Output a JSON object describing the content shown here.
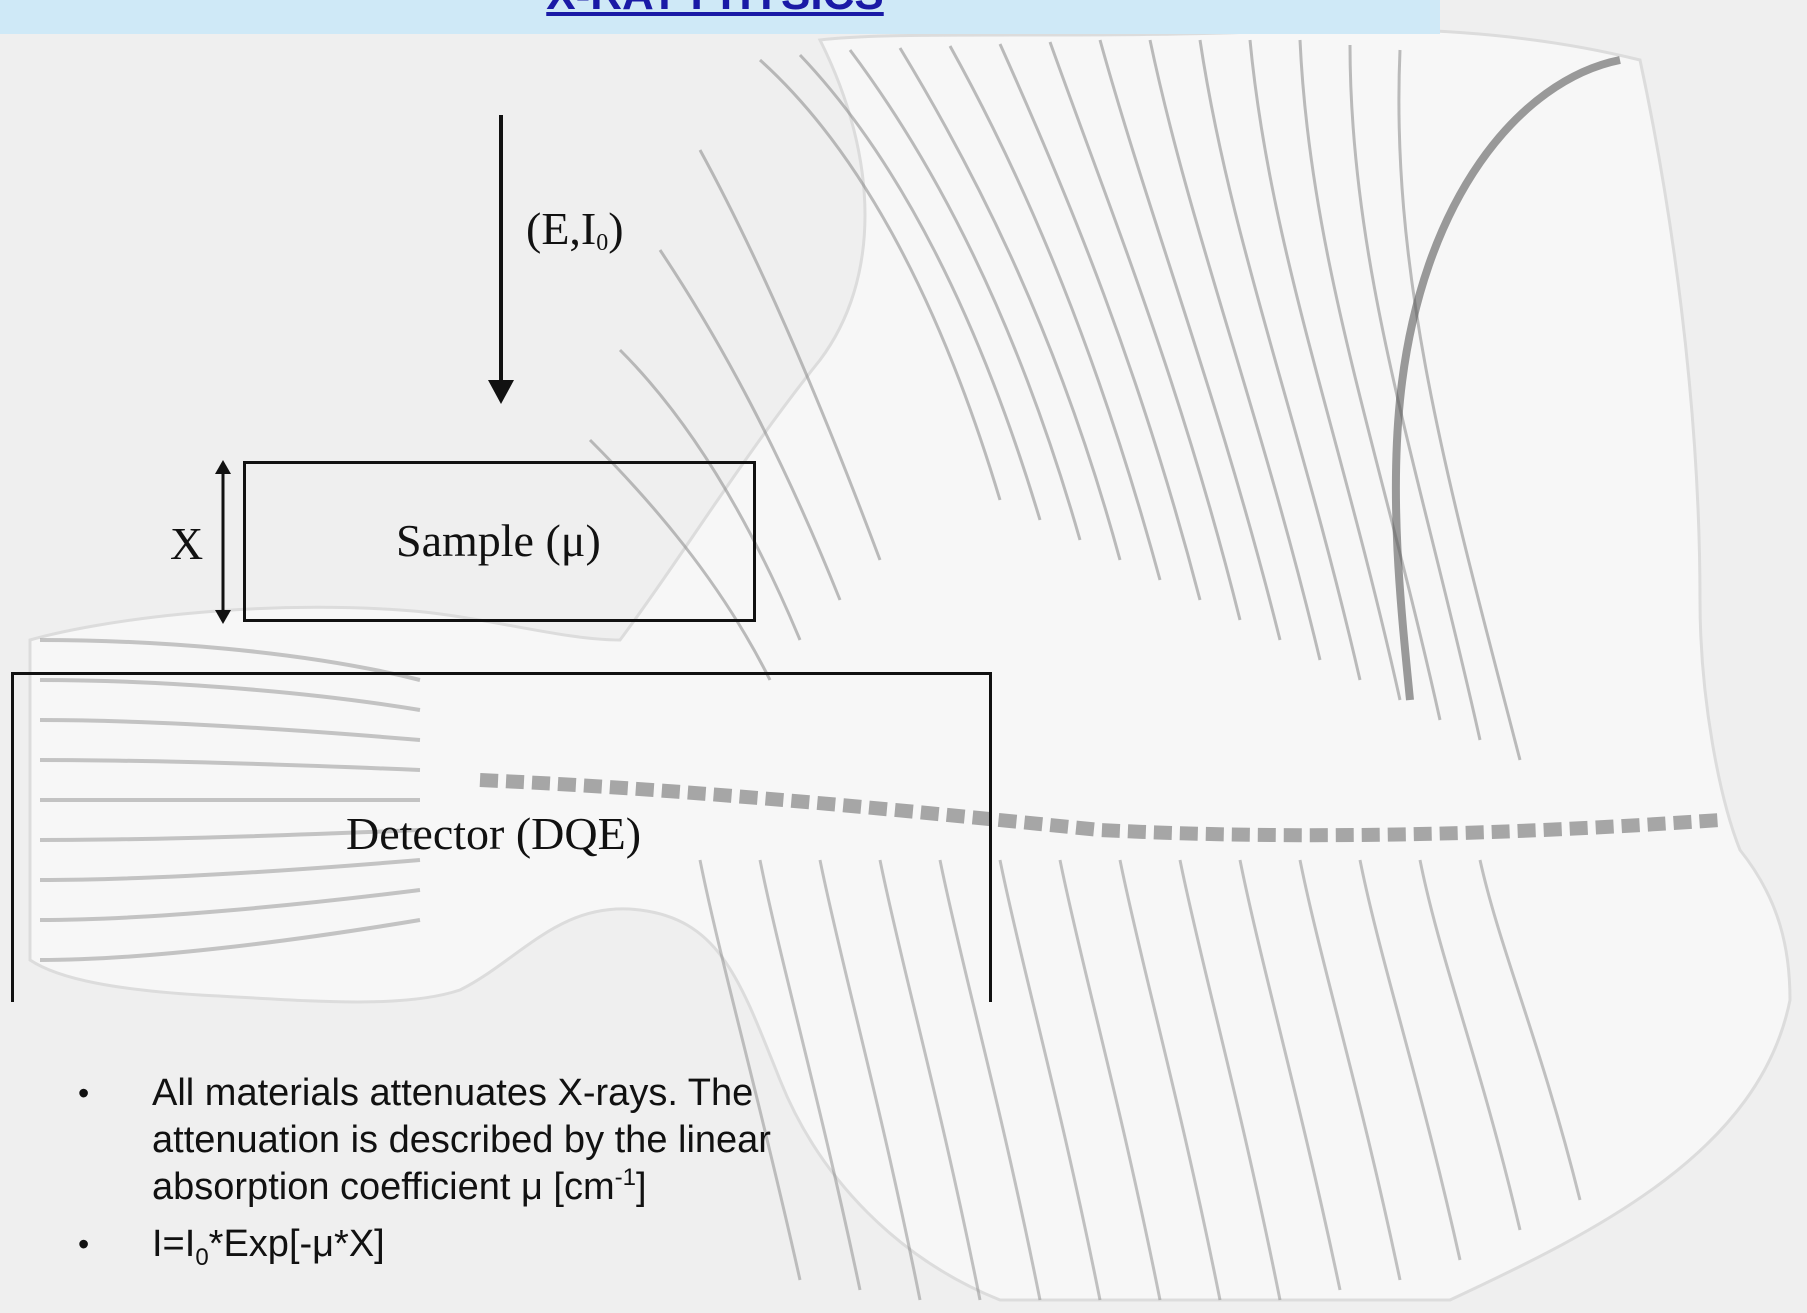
{
  "header": {
    "title": "X-RAY PHYSICS"
  },
  "background_image": {
    "description_icon": "fish-skeleton-xray-icon"
  },
  "diagram": {
    "beam_label": {
      "prefix": "(E,I",
      "subscript": "0",
      "suffix": ")"
    },
    "sample_label": "Sample (μ)",
    "thickness_label": "X",
    "detector_label": "Detector (DQE)"
  },
  "bullets": {
    "first": {
      "line1": "All materials attenuates X-rays. The",
      "line2": "attenuation is described by the linear",
      "line3_prefix": "absorption coefficient μ [cm",
      "line3_sup": "-1",
      "line3_suffix": "]"
    },
    "second": {
      "prefix": "I=I",
      "subscript": "0",
      "suffix": "*Exp[-μ*X]"
    },
    "bullet_symbol": "•"
  },
  "colors": {
    "title_banner": "#cfe9f7",
    "title_text": "#1a1aa6",
    "background": "#efefef"
  }
}
